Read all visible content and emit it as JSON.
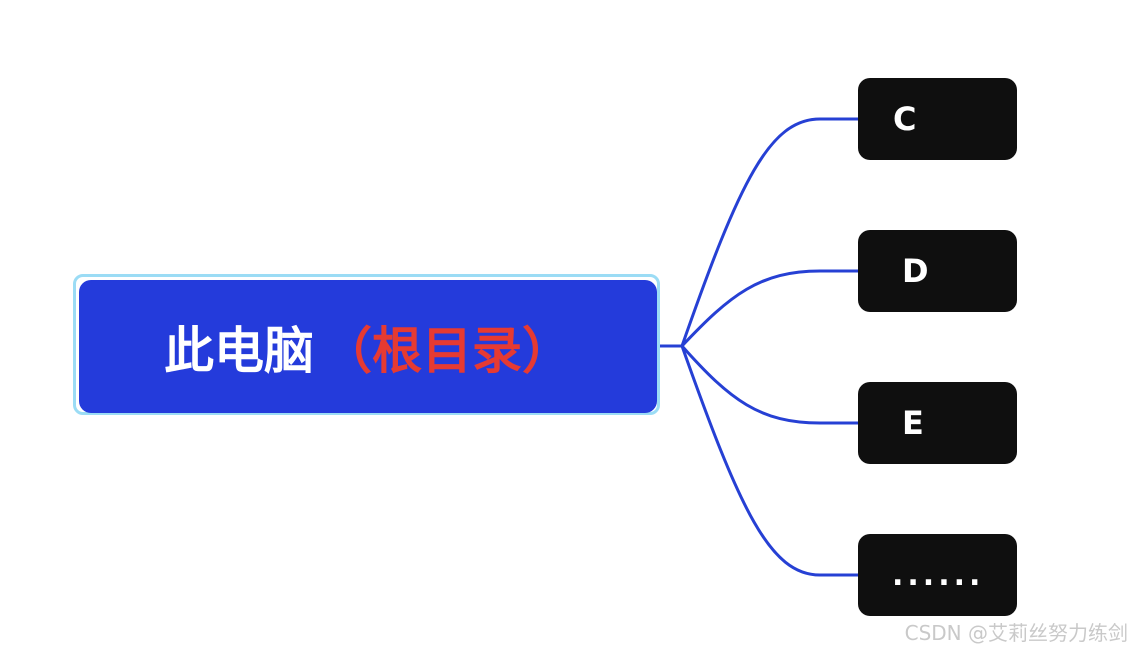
{
  "root": {
    "main": "此电脑",
    "sub": "（根目录）"
  },
  "children": [
    "C",
    "D",
    "E",
    "......"
  ],
  "watermark": "CSDN @艾莉丝努力练剑",
  "colors": {
    "root_fill": "#243bdb",
    "root_outline": "#9bdcf5",
    "root_sub_text": "#e63a32",
    "child_fill": "#0f0f0f",
    "connector": "#2640d4"
  }
}
